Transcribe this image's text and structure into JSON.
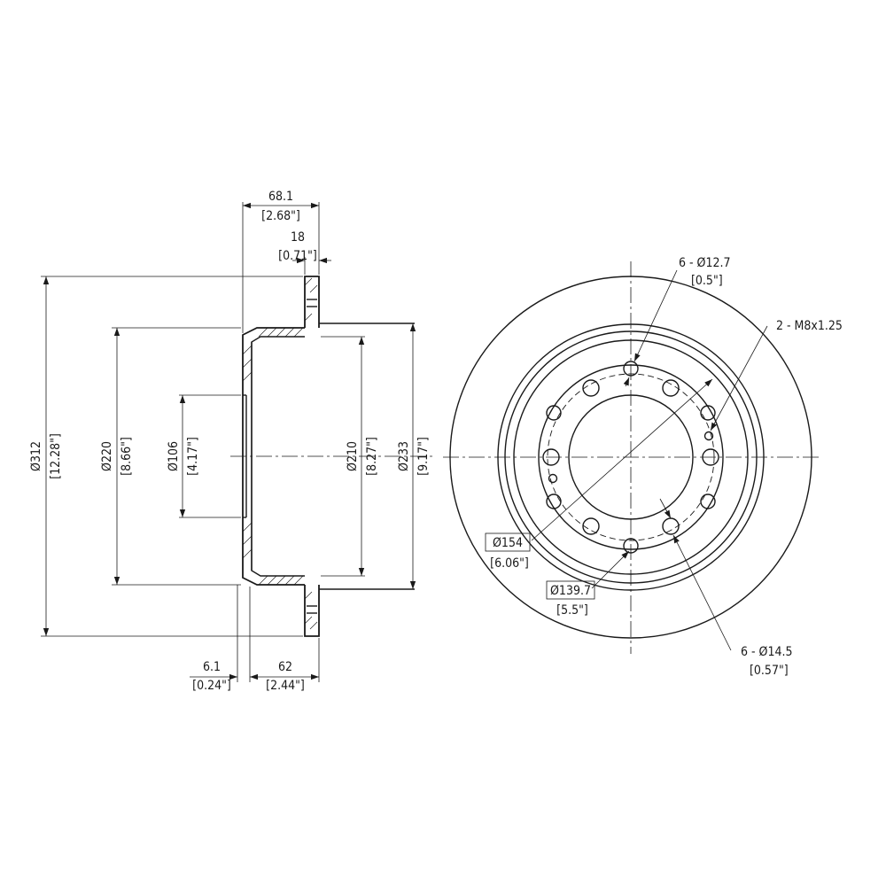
{
  "side_view": {
    "overall_width": {
      "mm": "68.1",
      "in": "[2.68\"]"
    },
    "rotor_thickness": {
      "mm": "18",
      "in": "[0.71\"]"
    },
    "outer_diameter": {
      "mm": "Ø312",
      "in": "[12.28\"]"
    },
    "hat_diameter": {
      "mm": "Ø220",
      "in": "[8.66\"]"
    },
    "center_bore": {
      "mm": "Ø106",
      "in": "[4.17\"]"
    },
    "inner_hat_diameter": {
      "mm": "Ø210",
      "in": "[8.27\"]"
    },
    "friction_inner_diameter": {
      "mm": "Ø233",
      "in": "[9.17\"]"
    },
    "hat_wall": {
      "mm": "6.1",
      "in": "[0.24\"]"
    },
    "hat_depth": {
      "mm": "62",
      "in": "[2.44\"]"
    }
  },
  "front_view": {
    "small_holes": {
      "mm": "6 - Ø12.7",
      "in": "[0.5\"]"
    },
    "threaded_holes": {
      "mm": "2 - M8x1.25"
    },
    "circle_154": {
      "mm": "Ø154",
      "in": "[6.06\"]"
    },
    "bolt_circle": {
      "mm": "Ø139.7",
      "in": "[5.5\"]"
    },
    "large_holes": {
      "mm": "6 - Ø14.5",
      "in": "[0.57\"]"
    }
  }
}
